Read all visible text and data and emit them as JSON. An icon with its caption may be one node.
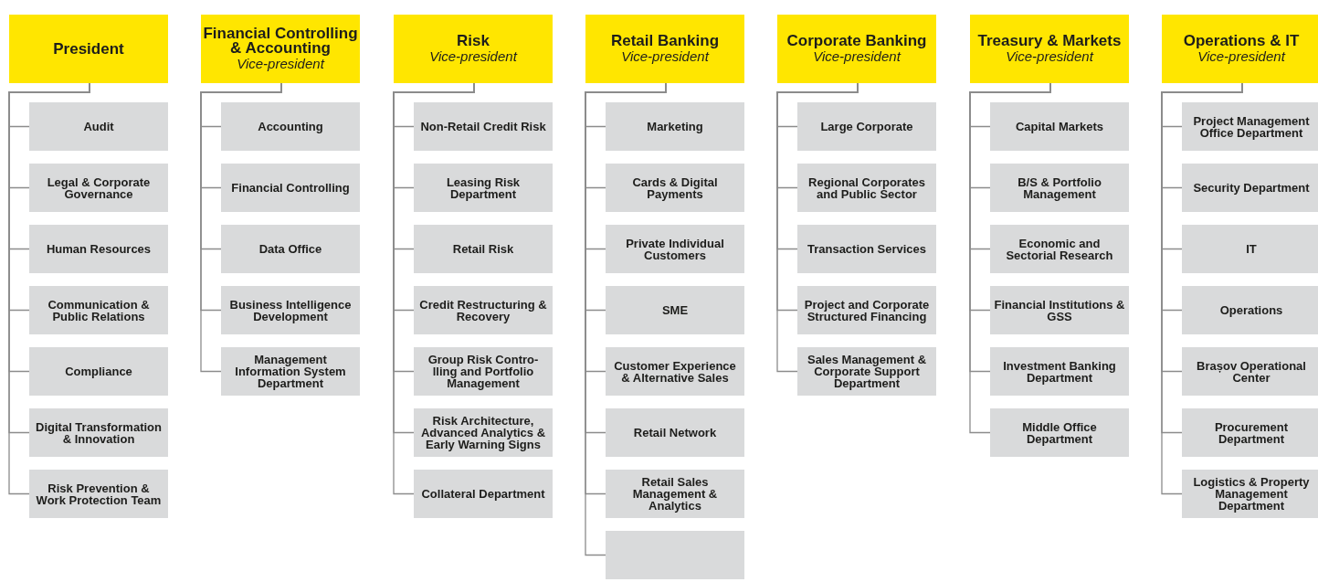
{
  "diagram": {
    "nodes": [
      {
        "text": [
          "President"
        ]
      },
      {
        "text": [
          "Audit"
        ]
      },
      {
        "text": [
          "Legal & Corporate Governance"
        ]
      },
      {
        "text": [
          "Human Resources"
        ]
      },
      {
        "text": [
          "Communication & Public Relations"
        ]
      },
      {
        "text": [
          "Compliance"
        ]
      },
      {
        "text": [
          "Digital Transformation & Innovation"
        ]
      },
      {
        "text": [
          "Risk Prevention & Work Protection Team"
        ]
      },
      {
        "text": [
          "Financial Controlling & Accounting",
          "Vice-president"
        ]
      },
      {
        "text": [
          "Accounting"
        ]
      },
      {
        "text": [
          "Financial Controlling"
        ]
      },
      {
        "text": [
          "Data Office"
        ]
      },
      {
        "text": [
          "Business Intelligence Development"
        ]
      },
      {
        "text": [
          "Management Information System Department"
        ]
      },
      {
        "text": [
          "Risk",
          "Vice-president"
        ]
      },
      {
        "text": [
          "Non-Retail Credit Risk"
        ]
      },
      {
        "text": [
          "Leasing Risk Department"
        ]
      },
      {
        "text": [
          "Retail Risk"
        ]
      },
      {
        "text": [
          "Credit Restructuring & Recovery"
        ]
      },
      {
        "text": [
          "Group Risk Contro- lling and Portfolio Management"
        ]
      },
      {
        "text": [
          "Risk Architecture, Advanced Analytics & Early Warning Signs"
        ]
      },
      {
        "text": [
          "Collateral Department"
        ]
      },
      {
        "text": [
          "Retail Banking",
          "Vice-president"
        ]
      },
      {
        "text": [
          "Marketing"
        ]
      },
      {
        "text": [
          "Cards & Digital Payments"
        ]
      },
      {
        "text": [
          "Private Individual Customers"
        ]
      },
      {
        "text": [
          "SME"
        ]
      },
      {
        "text": [
          "Customer Experience & Alternative Sales"
        ]
      },
      {
        "text": [
          "Retail Network"
        ]
      },
      {
        "text": [
          "Retail Sales Management & Analytics"
        ]
      },
      {
        "text": [],
        "shape": "box"
      },
      {
        "text": [
          "Corporate Banking",
          "Vice-president"
        ]
      },
      {
        "text": [
          "Large Corporate"
        ]
      },
      {
        "text": [
          "Regional Corporates and Public Sector"
        ]
      },
      {
        "text": [
          "Transaction Services"
        ]
      },
      {
        "text": [
          "Project and Corporate Structured Financing"
        ]
      },
      {
        "text": [
          "Sales Management & Corporate Support Department"
        ]
      },
      {
        "text": [
          "Treasury & Markets",
          "Vice-president"
        ]
      },
      {
        "text": [
          "Capital Markets"
        ]
      },
      {
        "text": [
          "B/S & Portfolio Management"
        ]
      },
      {
        "text": [
          "Economic and Sectorial Research"
        ]
      },
      {
        "text": [
          "Financial Institutions & GSS"
        ]
      },
      {
        "text": [
          "Investment Banking Department"
        ]
      },
      {
        "text": [
          "Middle Office Department"
        ]
      },
      {
        "text": [
          "Operations & IT",
          "Vice-president"
        ]
      },
      {
        "text": [
          "Project Management Office Department"
        ]
      },
      {
        "text": [
          "Security Department"
        ]
      },
      {
        "text": [
          "IT"
        ]
      },
      {
        "text": [
          "Operations"
        ]
      },
      {
        "text": [
          "Brașov Operational Center"
        ]
      },
      {
        "text": [
          "Procurement Department"
        ]
      },
      {
        "text": [
          "Logistics & Property Management Department"
        ]
      }
    ],
    "edges": [
      {
        "from": 0,
        "to": 1,
        "arrow": "none"
      },
      {
        "from": 0,
        "to": 2,
        "arrow": "none"
      },
      {
        "from": 0,
        "to": 3,
        "arrow": "none"
      },
      {
        "from": 0,
        "to": 4,
        "arrow": "none"
      },
      {
        "from": 0,
        "to": 5,
        "arrow": "none"
      },
      {
        "from": 0,
        "to": 6,
        "arrow": "none"
      },
      {
        "from": 0,
        "to": 7,
        "arrow": "none"
      },
      {
        "from": 8,
        "to": 9,
        "arrow": "none"
      },
      {
        "from": 8,
        "to": 10,
        "arrow": "none"
      },
      {
        "from": 8,
        "to": 11,
        "arrow": "none"
      },
      {
        "from": 8,
        "to": 12,
        "arrow": "none"
      },
      {
        "from": 8,
        "to": 13,
        "arrow": "none"
      },
      {
        "from": 14,
        "to": 15,
        "arrow": "none"
      },
      {
        "from": 14,
        "to": 16,
        "arrow": "none"
      },
      {
        "from": 14,
        "to": 17,
        "arrow": "none"
      },
      {
        "from": 14,
        "to": 18,
        "arrow": "none"
      },
      {
        "from": 14,
        "to": 19,
        "arrow": "none"
      },
      {
        "from": 14,
        "to": 20,
        "arrow": "none"
      },
      {
        "from": 14,
        "to": 21,
        "arrow": "none"
      },
      {
        "from": 22,
        "to": 23,
        "arrow": "none"
      },
      {
        "from": 22,
        "to": 24,
        "arrow": "none"
      },
      {
        "from": 22,
        "to": 25,
        "arrow": "none"
      },
      {
        "from": 22,
        "to": 26,
        "arrow": "none"
      },
      {
        "from": 22,
        "to": 27,
        "arrow": "none"
      },
      {
        "from": 22,
        "to": 28,
        "arrow": "none"
      },
      {
        "from": 22,
        "to": 29,
        "arrow": "none"
      },
      {
        "from": 22,
        "to": 30,
        "arrow": "none"
      },
      {
        "from": 31,
        "to": 32,
        "arrow": "none"
      },
      {
        "from": 31,
        "to": 33,
        "arrow": "none"
      },
      {
        "from": 31,
        "to": 34,
        "arrow": "none"
      },
      {
        "from": 31,
        "to": 35,
        "arrow": "none"
      },
      {
        "from": 31,
        "to": 36,
        "arrow": "none"
      },
      {
        "from": 37,
        "to": 38,
        "arrow": "none"
      },
      {
        "from": 37,
        "to": 39,
        "arrow": "none"
      },
      {
        "from": 37,
        "to": 40,
        "arrow": "none"
      },
      {
        "from": 37,
        "to": 41,
        "arrow": "none"
      },
      {
        "from": 37,
        "to": 42,
        "arrow": "none"
      },
      {
        "from": 37,
        "to": 43,
        "arrow": "none"
      },
      {
        "from": 44,
        "to": 45,
        "arrow": "none"
      },
      {
        "from": 44,
        "to": 46,
        "arrow": "none"
      },
      {
        "from": 44,
        "to": 47,
        "arrow": "none"
      },
      {
        "from": 44,
        "to": 48,
        "arrow": "none"
      },
      {
        "from": 44,
        "to": 49,
        "arrow": "none"
      },
      {
        "from": 44,
        "to": 50,
        "arrow": "none"
      },
      {
        "from": 44,
        "to": 51,
        "arrow": "none"
      }
    ]
  }
}
